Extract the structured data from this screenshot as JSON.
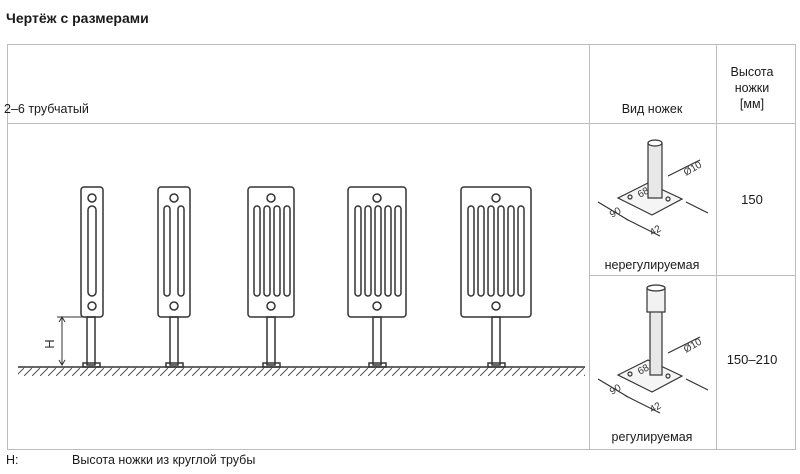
{
  "title": "Чертёж с размерами",
  "table": {
    "header": {
      "type_label": "2–6 трубчатый",
      "leg_view_label": "Вид ножек",
      "height_label_line1": "Высота",
      "height_label_line2": "ножки",
      "height_label_line3": "[мм]"
    },
    "rows": [
      {
        "caption": "нерегулируемая",
        "height": "150"
      },
      {
        "caption": "регулируемая",
        "height": "150–210"
      }
    ]
  },
  "drawing": {
    "dimension_label": "H",
    "leg_dims": {
      "d": "Ø10",
      "a": "68",
      "b": "90",
      "c": "42"
    }
  },
  "legend": {
    "key": "H:",
    "text": "Высота ножки из круглой трубы"
  }
}
